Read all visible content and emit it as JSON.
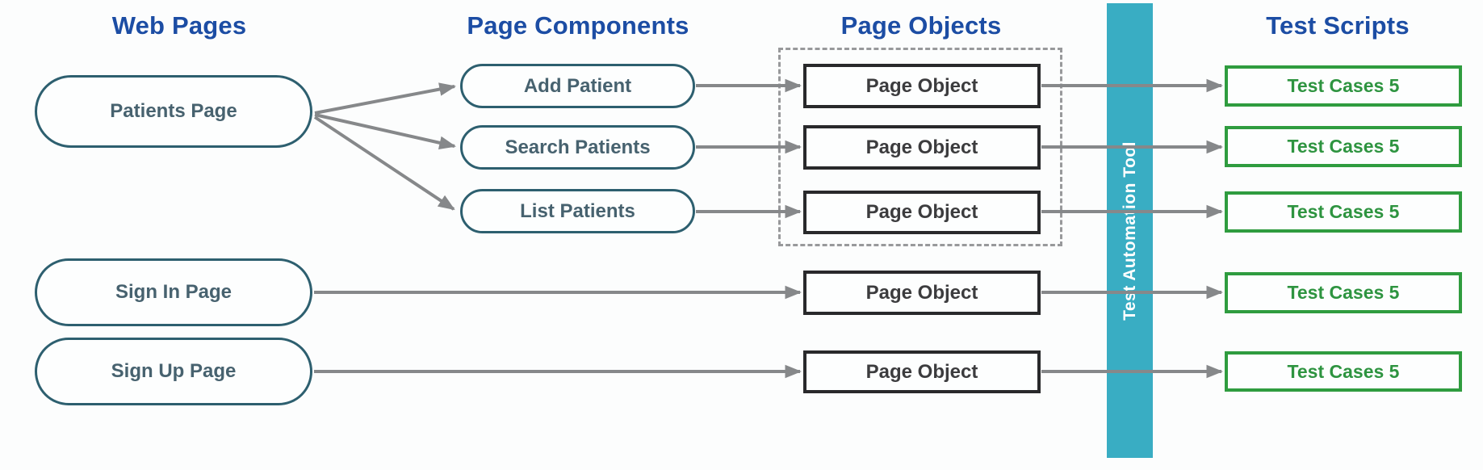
{
  "headers": [
    {
      "label": "Web Pages"
    },
    {
      "label": "Page Components"
    },
    {
      "label": "Page Objects"
    },
    {
      "label": "Test Scripts"
    }
  ],
  "web_pages": [
    {
      "label": "Patients Page"
    },
    {
      "label": "Sign In Page"
    },
    {
      "label": "Sign Up Page"
    }
  ],
  "page_components": [
    {
      "label": "Add Patient"
    },
    {
      "label": "Search Patients"
    },
    {
      "label": "List Patients"
    }
  ],
  "page_objects": [
    {
      "label": "Page Object"
    },
    {
      "label": "Page Object"
    },
    {
      "label": "Page Object"
    },
    {
      "label": "Page Object"
    },
    {
      "label": "Page Object"
    }
  ],
  "test_scripts": [
    {
      "label": "Test Cases 5"
    },
    {
      "label": "Test Cases 5"
    },
    {
      "label": "Test Cases 5"
    },
    {
      "label": "Test Cases 5"
    },
    {
      "label": "Test Cases 5"
    }
  ],
  "automation_bar": {
    "label": "Test Automation Tool"
  },
  "colors": {
    "header_blue": "#1c4da4",
    "node_border_teal": "#2d5f6f",
    "node_text_slate": "#47626f",
    "object_border_black": "#29292b",
    "test_green": "#2f9c3f",
    "automation_teal": "#39adc3",
    "connector_gray": "#86888a",
    "group_dash_gray": "#98999b"
  }
}
